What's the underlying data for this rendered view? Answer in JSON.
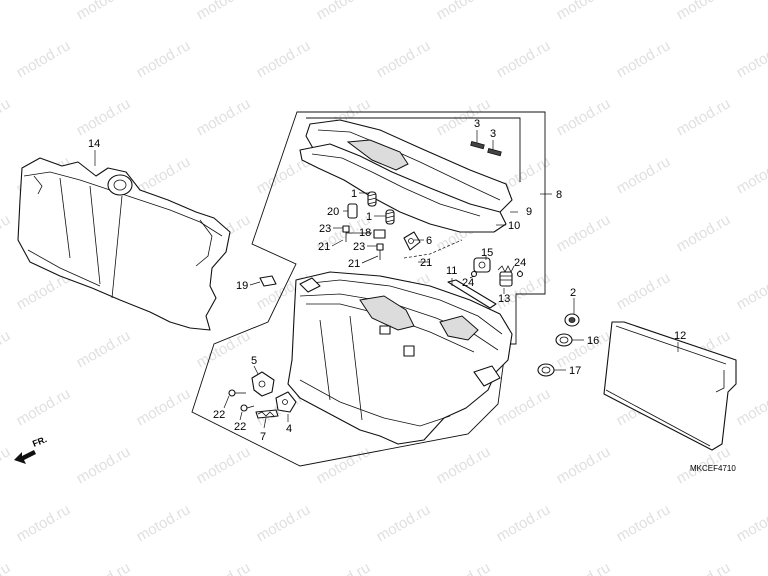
{
  "watermark": "motod.ru",
  "diagram_code": "MKCEF4710",
  "direction_label": "FR.",
  "callouts": {
    "c14": "14",
    "c8": "8",
    "c9": "9",
    "c10": "10",
    "c3a": "3",
    "c3b": "3",
    "c1a": "1",
    "c1b": "1",
    "c20": "20",
    "c23a": "23",
    "c18": "18",
    "c21a": "21",
    "c6": "6",
    "c23b": "23",
    "c21b": "21",
    "c21c": "21",
    "c19": "19",
    "c11": "11",
    "c24a": "24",
    "c15": "15",
    "c13": "13",
    "c24b": "24",
    "c2": "2",
    "c16": "16",
    "c17": "17",
    "c12": "12",
    "c5": "5",
    "c22a": "22",
    "c22b": "22",
    "c7": "7",
    "c4": "4"
  },
  "colors": {
    "ink": "#111111",
    "watermark": "#e0e0e0",
    "background": "#ffffff"
  },
  "icons": {
    "direction": "left-arrow-icon"
  }
}
